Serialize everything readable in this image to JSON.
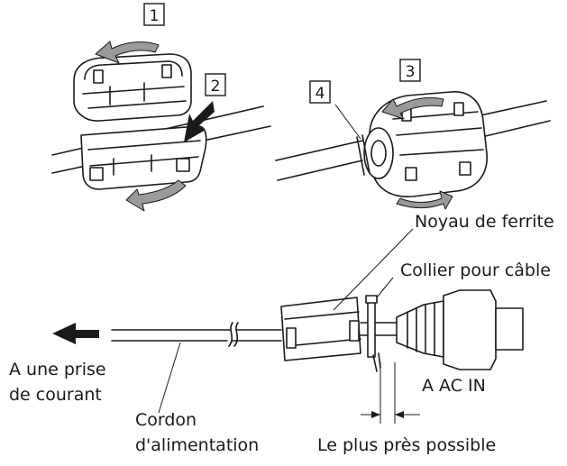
{
  "steps": [
    "1",
    "2",
    "3",
    "4"
  ],
  "labels": {
    "ferrite_core": "Noyau de ferrite",
    "cable_tie": "Collier pour câble",
    "to_outlet_line1": "A une prise",
    "to_outlet_line2": "de courant",
    "power_cord_line1": "Cordon",
    "power_cord_line2": "d'alimentation",
    "ac_in": "A AC IN",
    "as_close_as_possible": "Le plus près possible"
  },
  "colors": {
    "line": "#1a1a1a",
    "arrow_fill": "#9a9a9a",
    "background": "#ffffff"
  }
}
